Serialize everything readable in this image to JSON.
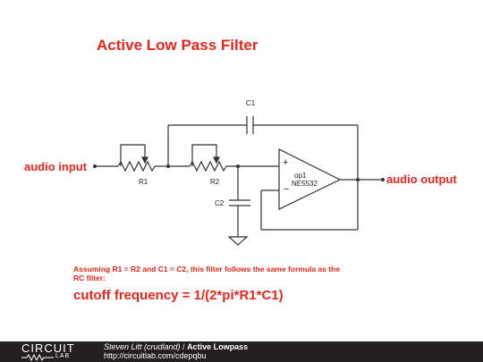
{
  "title": "Active Low Pass Filter",
  "labels": {
    "input": "audio input",
    "output": "audio output"
  },
  "components": {
    "r1": "R1",
    "r2": "R2",
    "c1": "C1",
    "c2": "C2",
    "opamp_name": "op1",
    "opamp_part": "NE5532",
    "plus_sign": "+",
    "minus_sign": "−"
  },
  "note": "Assuming R1 = R2 and C1 = C2, this filter follows the same formula as the RC filter:",
  "formula": "cutoff frequency = 1/(2*pi*R1*C1)",
  "footer": {
    "logo_text": "CIRCUIT",
    "logo_sub": "LAB",
    "author": "Steven Litt (crudland)",
    "separator": " / ",
    "circuit_title": "Active Lowpass",
    "url": "http://circuitlab.com/cdepqbu"
  },
  "colors": {
    "accent": "#e8251a",
    "wire": "#333333",
    "footer_bg": "#231f20"
  }
}
